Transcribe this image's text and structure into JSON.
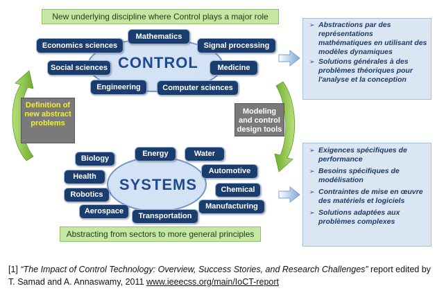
{
  "top_banner": "New  underlying discipline where Control plays a major role",
  "bottom_banner": "Abstracting from sectors to more general principles",
  "control": {
    "title": "CONTROL",
    "disciplines": [
      "Mathematics",
      "Economics sciences",
      "Signal processing",
      "Social sciences",
      "Medicine",
      "Engineering",
      "Computer sciences"
    ]
  },
  "systems": {
    "title": "SYSTEMS",
    "sectors": [
      "Energy",
      "Water",
      "Biology",
      "Health",
      "Automotive",
      "Chemical",
      "Robotics",
      "Manufacturing",
      "Aerospace",
      "Transportation"
    ]
  },
  "left_box": "Definition of new abstract problems",
  "mid_box": "Modeling and control design tools",
  "panel_top": [
    "Abstractions par  des représentations mathématiques en utilisant des modèles dynamiques",
    "Solutions générales à des problèmes théoriques pour l'analyse et la conception"
  ],
  "panel_bottom": [
    "Exigences spécifiques de performance",
    "Besoins spécifiques de modélisation",
    "Contraintes de mise en œuvre des matériels et logiciels",
    "Solutions adaptées aux problèmes complexes"
  ],
  "footnote": {
    "ref": "[1]",
    "title": "“The Impact of Control Technology: Overview, Success Stories, and Research Challenges”",
    "text": "report edited by T. Samad and A. Annaswamy, 2011",
    "link": "www.ieeecss.org/main/IoCT-report"
  },
  "colors": {
    "tag_fill": "#1b3d6d",
    "ellipse_fill": "#d3e2f4",
    "banner_fill": "#c6e6a3",
    "arrow_green": "#8cc63f",
    "panel_fill": "#dbe6f3",
    "yellow_text": "#f5f029"
  }
}
